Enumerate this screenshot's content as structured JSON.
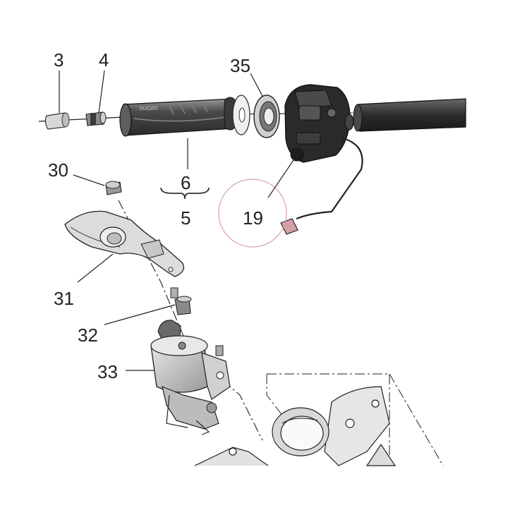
{
  "callouts": {
    "c3": "3",
    "c4": "4",
    "c35": "35",
    "c30": "30",
    "c6": "6",
    "c5": "5",
    "c19": "19",
    "c31": "31",
    "c32": "32",
    "c33": "33"
  },
  "grip_brand": "DUCATI",
  "highlight_color": "#d9a0aa",
  "line_color": "#222222"
}
